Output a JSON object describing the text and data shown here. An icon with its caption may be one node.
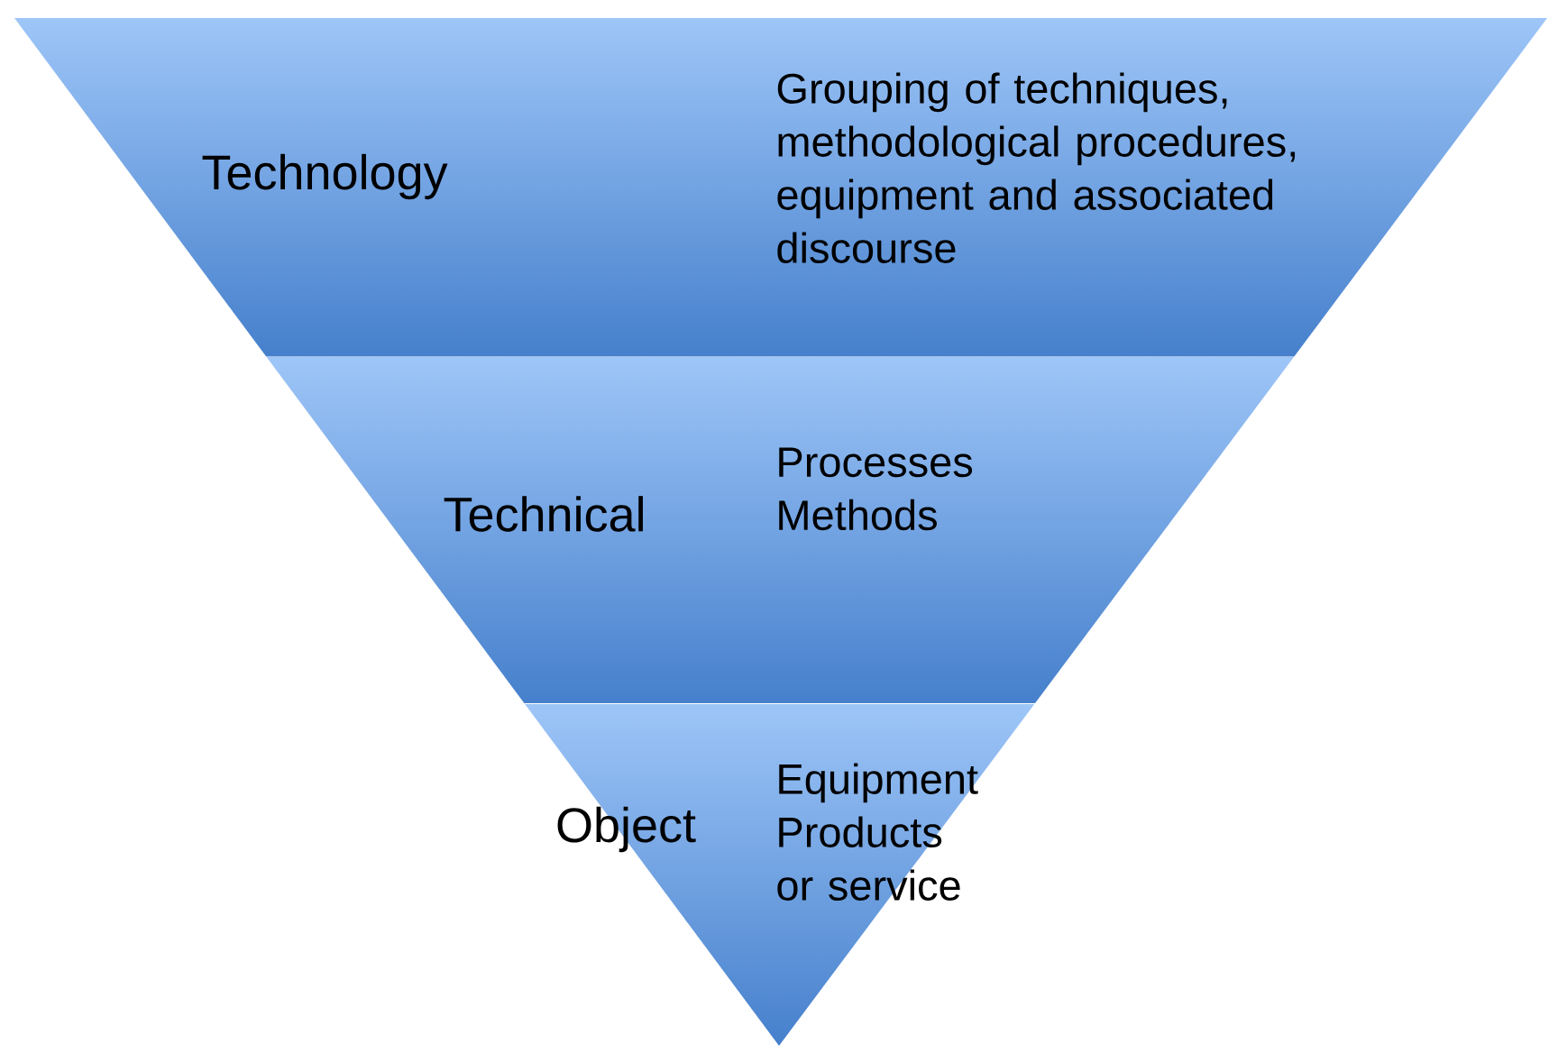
{
  "diagram": {
    "nodes": [
      {
        "text": [
          "Technology",
          "Grouping of techniques, methodological procedures, equipment and associated discourse"
        ]
      },
      {
        "text": [
          "Technical",
          "Processes Methods"
        ]
      },
      {
        "text": [
          "Object",
          "Equipment Products or service"
        ]
      }
    ]
  }
}
